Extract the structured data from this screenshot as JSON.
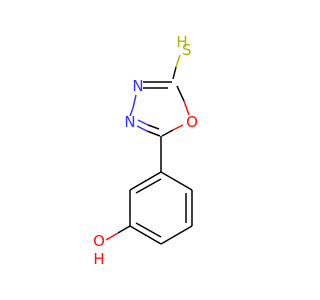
{
  "molecule": {
    "atoms": {
      "sulfur": {
        "symbol": "S",
        "color": "#b3b300"
      },
      "sulfur_h": {
        "symbol": "H",
        "color": "#b3b300"
      },
      "nitrogen_upper": {
        "symbol": "N",
        "color": "#3333ff"
      },
      "nitrogen_lower": {
        "symbol": "N",
        "color": "#3333ff"
      },
      "ring_oxygen": {
        "symbol": "O",
        "color": "#ff0d0d"
      },
      "hydroxyl_oxygen": {
        "symbol": "O",
        "color": "#ff0d0d"
      },
      "hydroxyl_h": {
        "symbol": "H",
        "color": "#ff0d0d"
      }
    }
  }
}
